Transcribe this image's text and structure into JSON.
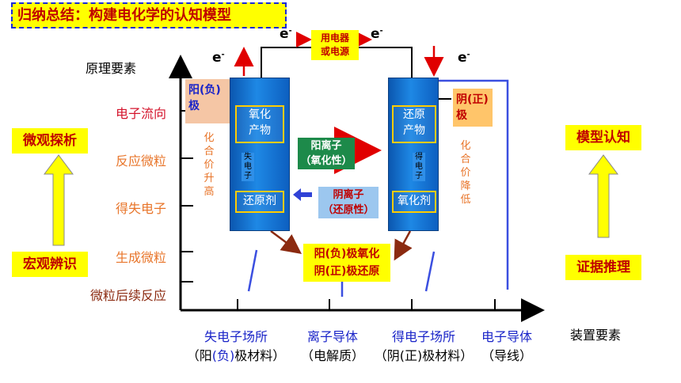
{
  "title": "归纳总结：构建电化学的认知模型",
  "y_axis_label": "原理要素",
  "x_axis_label": "装置要素",
  "y_items": [
    "电子流向",
    "反应微粒",
    "得失电子",
    "生成微粒",
    "微粒后续反应"
  ],
  "x_items": [
    {
      "name": "失电子场所",
      "sub_pre": "（阳",
      "sub_mid": "(负)",
      "sub_post": "极材料）"
    },
    {
      "name": "离子导体",
      "sub": "（电解质）"
    },
    {
      "name": "得电子场所",
      "sub": "（阴(正)极材料）"
    },
    {
      "name": "电子导体",
      "sub": "（导线）"
    }
  ],
  "left_top_box": "微观探析",
  "left_bottom_box": "宏观辨识",
  "right_top_box": "模型认知",
  "right_bottom_box": "证据推理",
  "electron": "e",
  "electron_sup": "-",
  "device_label": [
    "用电器",
    "或电源"
  ],
  "anode_label": [
    "阳(负)",
    "极"
  ],
  "cathode_label": [
    "阴(正)",
    "极"
  ],
  "anode": {
    "top": [
      "氧化",
      "产物"
    ],
    "mid": [
      "失",
      "电",
      "子"
    ],
    "bottom": "还原剂"
  },
  "cathode": {
    "top": [
      "还原",
      "产物"
    ],
    "mid": [
      "得",
      "电",
      "子"
    ],
    "bottom": "氧化剂"
  },
  "anode_side_text": "化合价升高",
  "cathode_side_text": "化合价降低",
  "cation_box": [
    "阳离子",
    "（氧化性）"
  ],
  "anion_box": [
    "阴离子",
    "（还原性）"
  ],
  "summary_box": [
    "阳(负)极氧化",
    "阴(正)极还原"
  ],
  "colors": {
    "accent_red": "#c00000",
    "yellow": "#ffff00",
    "blue": "#1a24c8",
    "electrode": "#1e88e5"
  }
}
